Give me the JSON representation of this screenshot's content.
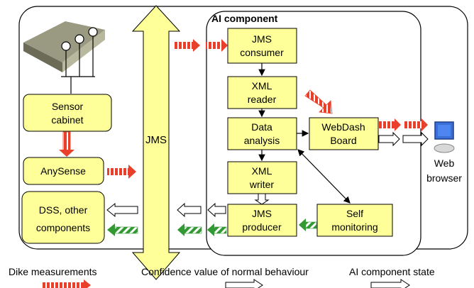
{
  "diagram": {
    "title": "AI component",
    "nodes": {
      "jms_bus": "JMS",
      "sensor_cabinet": [
        "Sensor",
        "cabinet"
      ],
      "anysense": "AnySense",
      "dss": [
        "DSS, other",
        "components"
      ],
      "jms_consumer": [
        "JMS",
        "consumer"
      ],
      "xml_reader": [
        "XML",
        "reader"
      ],
      "data_analysis": [
        "Data",
        "analysis"
      ],
      "webdash": [
        "WebDash",
        "Board"
      ],
      "xml_writer": [
        "XML",
        "writer"
      ],
      "jms_producer": [
        "JMS",
        "producer"
      ],
      "self_monitoring": [
        "Self",
        "monitoring"
      ],
      "web_browser": [
        "Web",
        "browser"
      ]
    },
    "legend": [
      {
        "label": "Dike measurements",
        "style": "red-striped"
      },
      {
        "label": "Confidence value of normal behaviour",
        "style": "white"
      },
      {
        "label": "AI component state",
        "style": "green-striped"
      }
    ],
    "colors": {
      "box_fill": "#ffff99",
      "red_stripe": "#e8402a",
      "green_stripe": "#339933",
      "browser_blue": "#3a6fd8"
    }
  }
}
